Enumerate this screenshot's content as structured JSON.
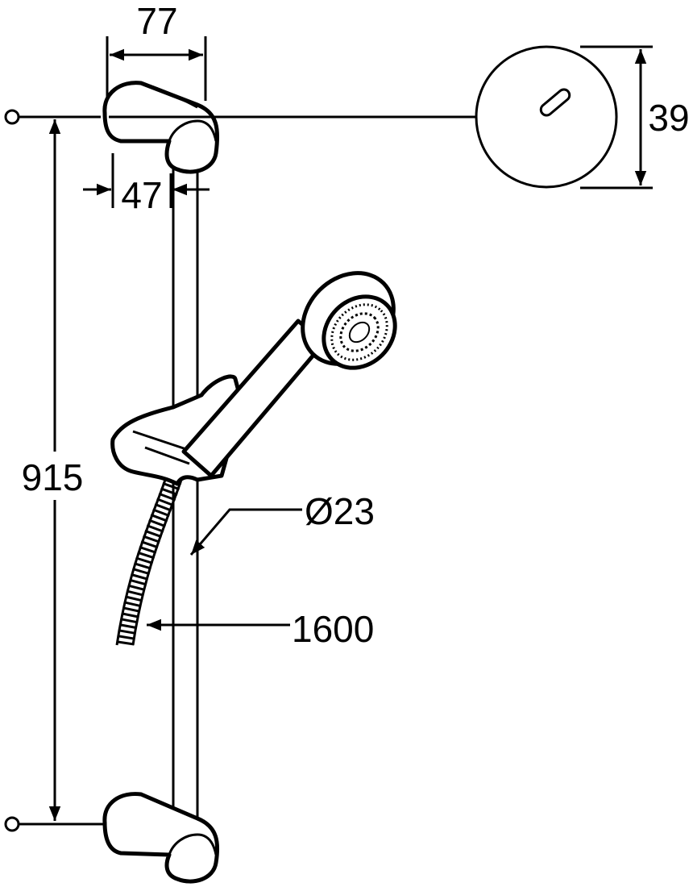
{
  "dimensions": {
    "bracket_width": "77",
    "bracket_depth": "47",
    "wall_plate_diameter": "39",
    "bracket_spacing": "915",
    "rail_diameter": "Ø23",
    "hose_length": "1600"
  },
  "colors": {
    "line": "#000000",
    "background": "#ffffff"
  }
}
